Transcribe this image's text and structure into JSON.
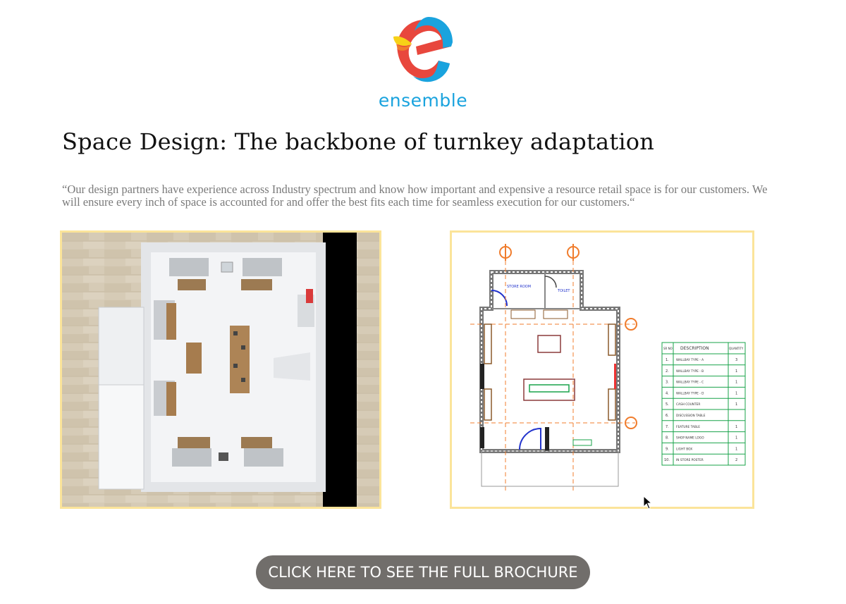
{
  "brand": {
    "name": "ensemble",
    "logo_icon": "e-swirl-logo",
    "colors": {
      "blue": "#1aa3de",
      "red": "#e8473d",
      "orange": "#f07c2c",
      "yellow": "#f7d117"
    }
  },
  "heading": "Space Design: The backbone of turnkey adaptation",
  "quote": "“Our design partners have experience across Industry spectrum and know how important and expensive a resource retail space is for our customers. We will ensure every inch of space is accounted for and offer the best fits each time for seamless execution for our customers.“",
  "images": {
    "render_3d": {
      "frame_color": "#fbe49a"
    },
    "floor_plan": {
      "frame_color": "#fbe49a",
      "room_labels": [
        "STORE ROOM",
        "TOILET"
      ],
      "table": {
        "headers": [
          "SR NO",
          "DESCRIPTION",
          "QUANTITY"
        ],
        "rows": [
          [
            "1.",
            "WALLBAY TYPE - A",
            "3"
          ],
          [
            "2.",
            "WALLBAY TYPE - B",
            "1"
          ],
          [
            "3.",
            "WALLBAY TYPE - C",
            "1"
          ],
          [
            "4.",
            "WALLBAY TYPE - D",
            "1"
          ],
          [
            "5.",
            "CASH COUNTER",
            "1"
          ],
          [
            "6.",
            "DISCUSSION TABLE",
            ""
          ],
          [
            "7.",
            "FEATURE TABLE",
            "1"
          ],
          [
            "8.",
            "SHOP NAME LOGO",
            "1"
          ],
          [
            "9.",
            "LIGHT BOX",
            "1"
          ],
          [
            "10.",
            "IN STORE POSTER",
            "2"
          ]
        ]
      }
    }
  },
  "cta": {
    "label": "CLICK HERE TO SEE THE FULL BROCHURE"
  },
  "cursor_icon": "mouse-pointer-icon"
}
